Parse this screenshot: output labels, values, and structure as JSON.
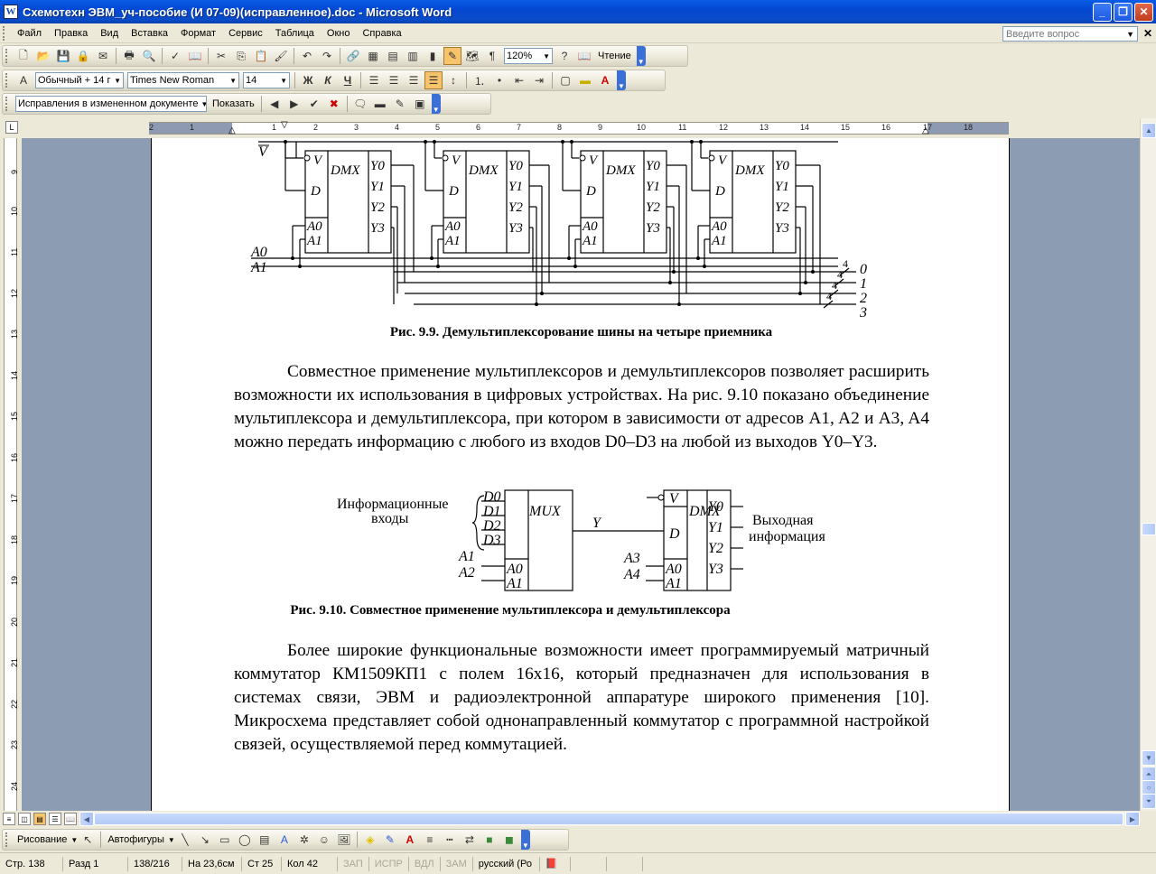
{
  "window": {
    "title": "Схемотехн ЭВМ_уч-пособие (И 07-09)(исправленное).doc - Microsoft Word",
    "app_icon": "word-icon"
  },
  "menu": {
    "items": [
      "Файл",
      "Правка",
      "Вид",
      "Вставка",
      "Формат",
      "Сервис",
      "Таблица",
      "Окно",
      "Справка"
    ],
    "help_placeholder": "Введите вопрос"
  },
  "standard_toolbar": {
    "zoom": "120%",
    "reading_label": "Чтение"
  },
  "formatting_toolbar": {
    "style": "Обычный + 14 г",
    "font": "Times New Roman",
    "size": "14",
    "bold": "Ж",
    "italic": "К",
    "underline": "Ч"
  },
  "reviewing_toolbar": {
    "display": "Исправления в измененном документе",
    "show_label": "Показать"
  },
  "ruler": {
    "h_numbers": [
      "2",
      "1",
      "1",
      "2",
      "3",
      "4",
      "5",
      "6",
      "7",
      "8",
      "9",
      "10",
      "11",
      "12",
      "13",
      "14",
      "15",
      "16",
      "17",
      "18"
    ],
    "v_numbers": [
      "9",
      "10",
      "11",
      "12",
      "13",
      "14",
      "15",
      "16",
      "17",
      "18",
      "19",
      "20",
      "21",
      "22",
      "23",
      "24"
    ]
  },
  "document": {
    "fig9_9": {
      "v_label": "V",
      "block_labels": {
        "v": "V",
        "d": "D",
        "dmx": "DMX",
        "y0": "Y0",
        "y1": "Y1",
        "y2": "Y2",
        "y3": "Y3",
        "a0": "A0",
        "a1": "A1"
      },
      "addr_a0": "A0",
      "addr_a1": "A1",
      "bus_width": "4",
      "bus_labels": [
        "0",
        "1",
        "2",
        "3"
      ],
      "caption": "Рис. 9.9.  Демультиплексорование шины на четыре приемника"
    },
    "paragraph1": "Совместное применение мультиплексоров и демультиплексоров позволяет расширить возможности их использования в цифровых устройствах. На рис. 9.10 показано объединение мультиплексора и демультиплексора, при котором в зависимости от адресов A1, A2 и A3, A4 можно передать информацию с любого из входов D0–D3 на любой из выходов Y0–Y3.",
    "fig9_10": {
      "inputs_label_1": "Информационные",
      "inputs_label_2": "входы",
      "mux_inputs": [
        "D0",
        "D1",
        "D2",
        "D3"
      ],
      "mux_label": "MUX",
      "mux_addr": [
        "A0",
        "A1"
      ],
      "ext_addr_left": [
        "A1",
        "A2"
      ],
      "y_label": "Y",
      "dmx_v": "V",
      "dmx_d": "D",
      "dmx_label": "DMX",
      "dmx_outputs": [
        "Y0",
        "Y1",
        "Y2",
        "Y3"
      ],
      "dmx_addr": [
        "A0",
        "A1"
      ],
      "ext_addr_right": [
        "A3",
        "A4"
      ],
      "outputs_label_1": "Выходная",
      "outputs_label_2": "информация",
      "caption": "Рис. 9.10.  Совместное применение мультиплексора и демультиплексора"
    },
    "paragraph2": "Более широкие функциональные возможности имеет программируемый матричный коммутатор КМ1509КП1 с полем 16х16, который предназначен для использования в системах связи, ЭВМ и радиоэлектронной аппаратуре широкого применения [10]. Микросхема представляет собой однонаправленный коммутатор с программной настройкой связей, осуществляемой перед коммутацией."
  },
  "drawing_toolbar": {
    "draw_label": "Рисование",
    "autoshapes_label": "Автофигуры"
  },
  "status": {
    "page": "Стр. 138",
    "section": "Разд 1",
    "pages": "138/216",
    "position": "На 23,6см",
    "line": "Ст 25",
    "column": "Кол 42",
    "rec": "ЗАП",
    "trk": "ИСПР",
    "ext": "ВДЛ",
    "ovr": "ЗАМ",
    "language": "русский (Ро"
  }
}
